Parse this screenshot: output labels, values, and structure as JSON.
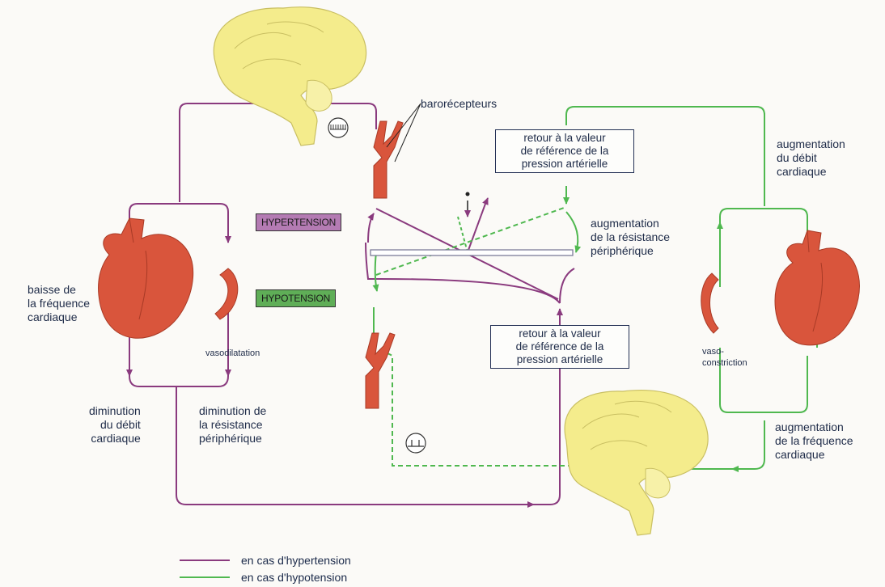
{
  "labels": {
    "barorecepteurs": "barorécepteurs",
    "retour_top": "retour à la valeur\nde référence de la\npression artérielle",
    "retour_bottom": "retour à la valeur\nde référence de la\npression artérielle",
    "hypertension": "HYPERTENSION",
    "hypotension": "HYPOTENSION",
    "baisse_frequence": "baisse de\nla fréquence\ncardiaque",
    "vasodilatation": "vasodilatation",
    "diminution_debit": "diminution\ndu débit\ncardiaque",
    "diminution_resistance": "diminution de\nla résistance\npériphérique",
    "augmentation_debit": "augmentation\ndu débit\ncardiaque",
    "augmentation_resistance": "augmentation\nde la résistance\npériphérique",
    "vasoconstriction": "vaso-\nconstriction",
    "augmentation_frequence": "augmentation\nde la fréquence\ncardiaque"
  },
  "legend": {
    "hypertension": "en cas d'hypertension",
    "hypotension": "en cas d'hypotension"
  },
  "colors": {
    "hypertension_path": "#8a3a7e",
    "hypotension_path": "#4fb84f",
    "organ_red": "#d9553c",
    "brain_yellow": "#f4ec8c",
    "hypertension_tag": "#b47bb3",
    "hypotension_tag": "#5fae57"
  },
  "icons": [
    "brain-top-icon",
    "brain-bottom-icon",
    "heart-left-icon",
    "heart-right-icon",
    "artery-top-icon",
    "artery-bottom-icon",
    "vessel-dilated-icon",
    "vessel-constricted-icon",
    "fast-signal-icon",
    "slow-signal-icon",
    "balance-scale-icon"
  ]
}
